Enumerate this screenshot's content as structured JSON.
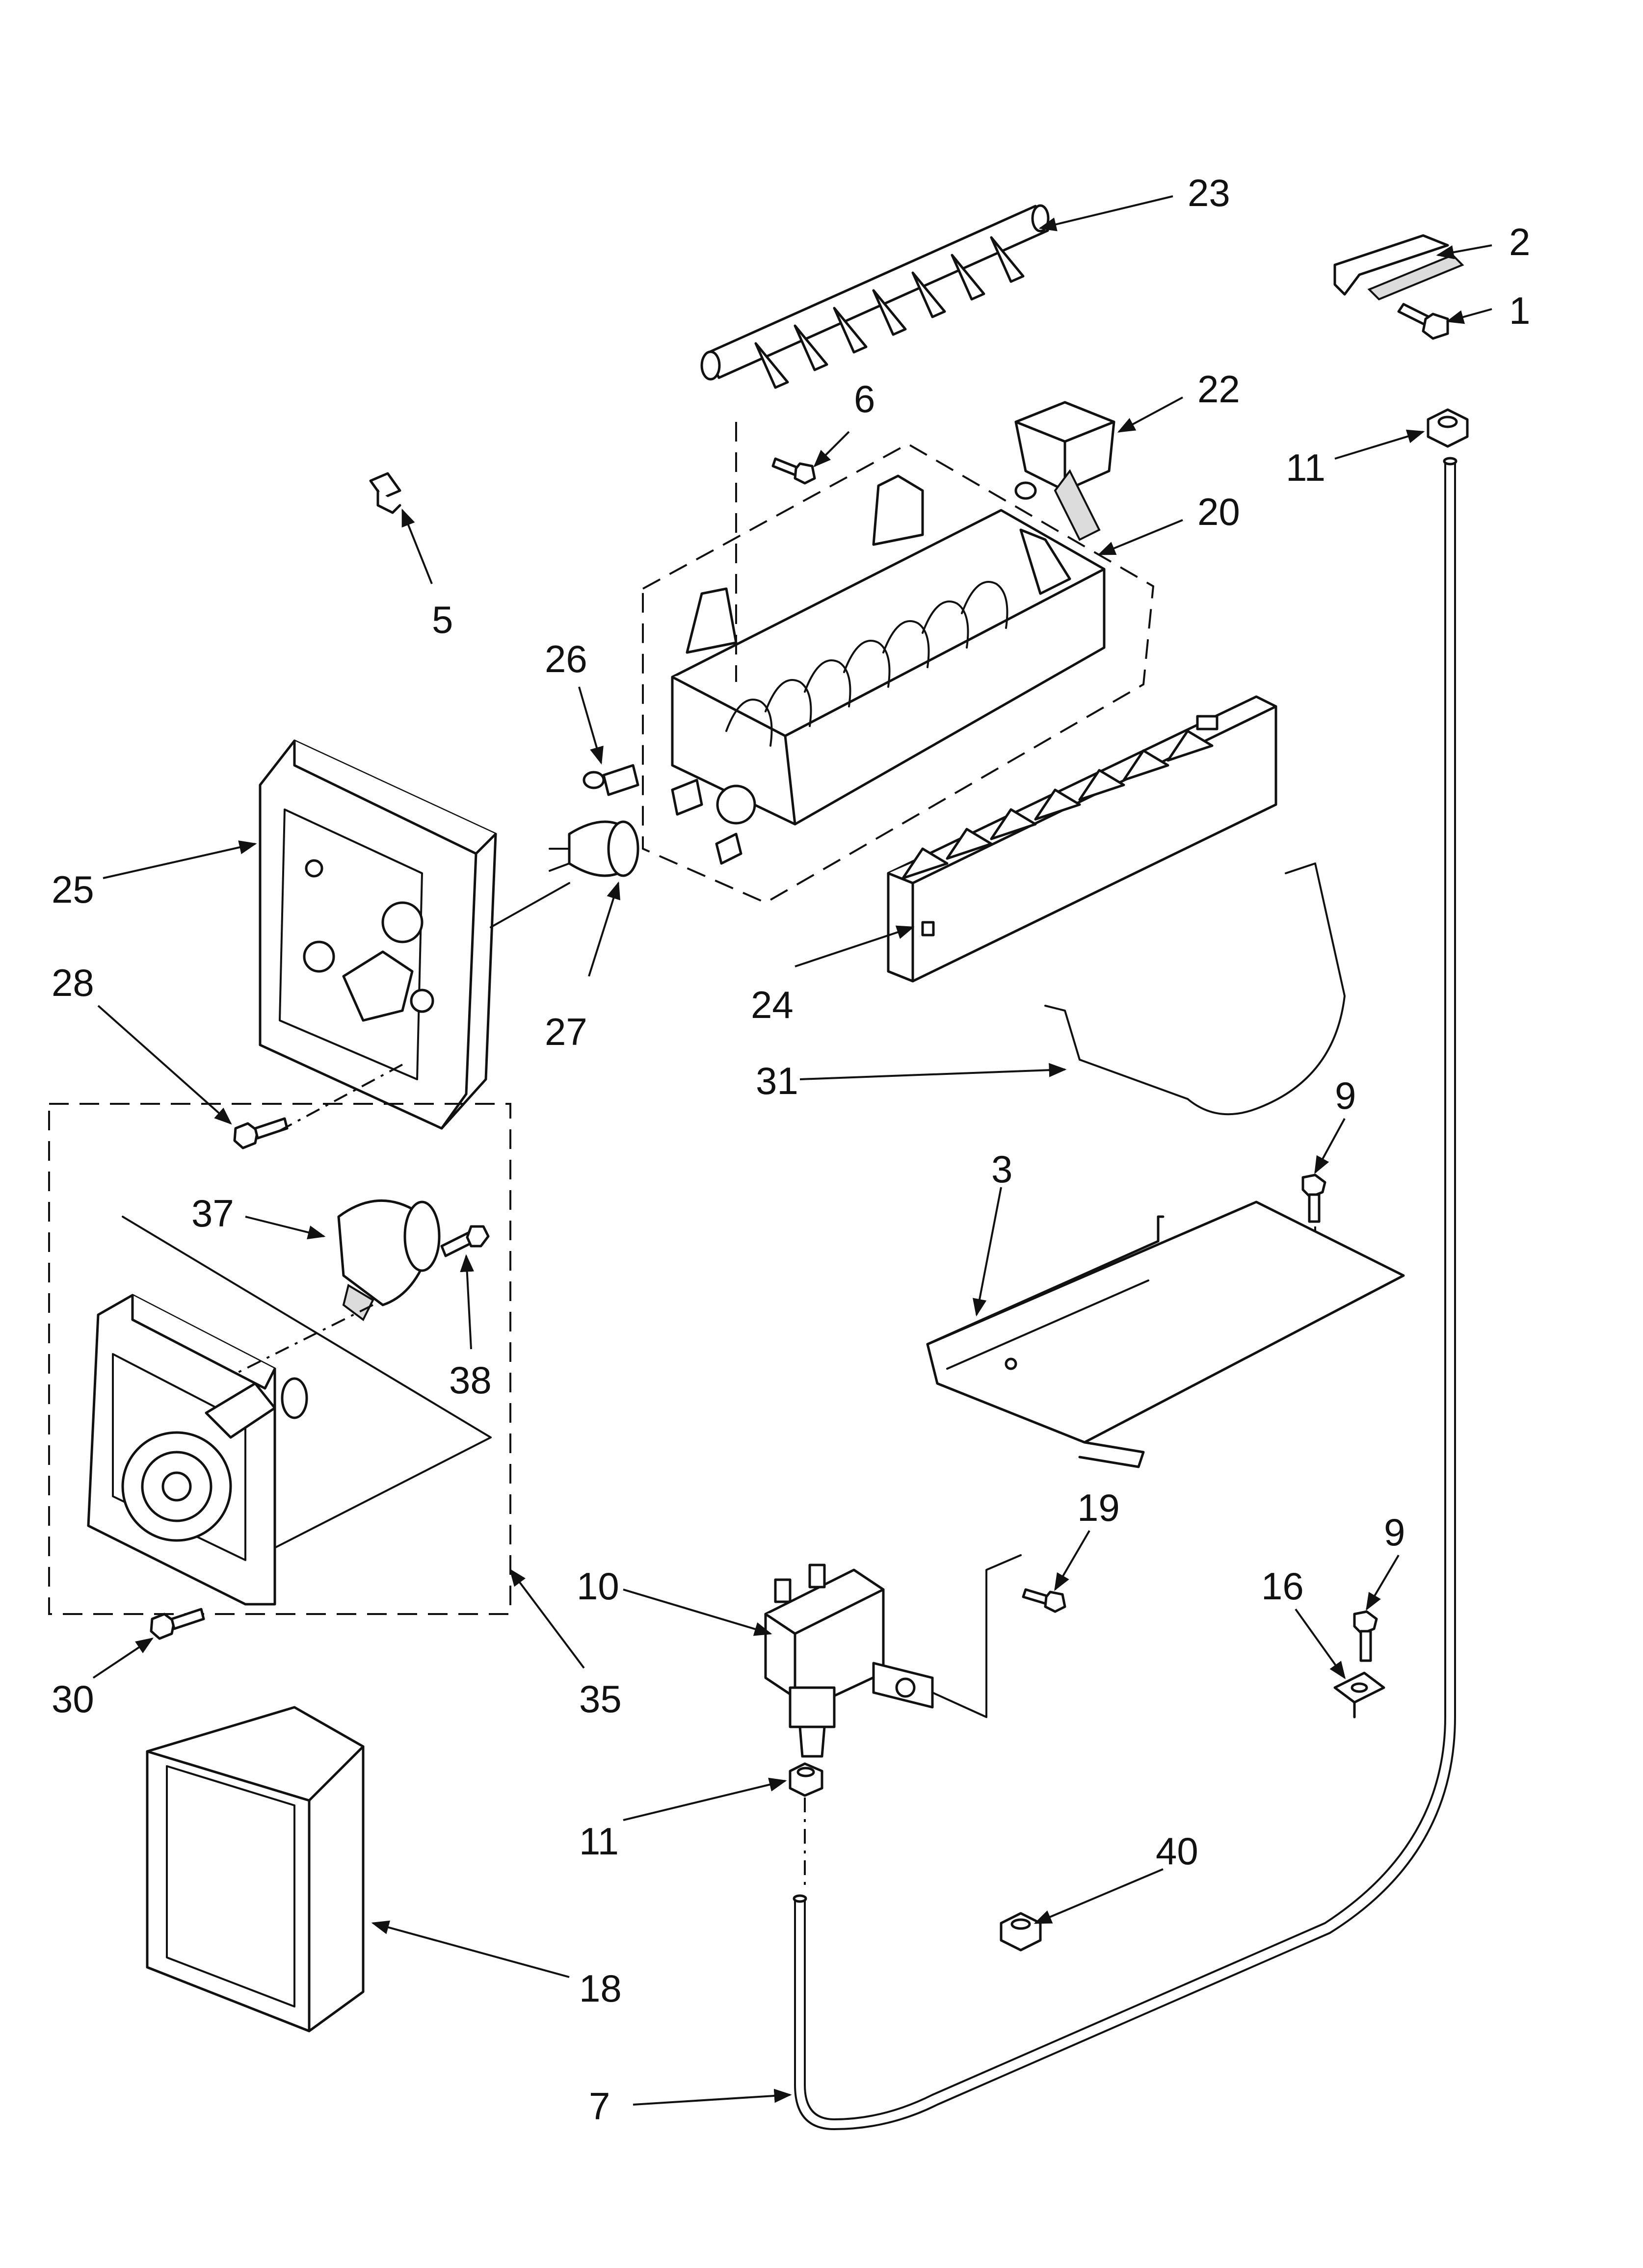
{
  "diagram": {
    "callouts": {
      "c1": "1",
      "c2": "2",
      "c3": "3",
      "c5": "5",
      "c6": "6",
      "c7": "7",
      "c9a": "9",
      "c9b": "9",
      "c10": "10",
      "c11a": "11",
      "c11b": "11",
      "c16": "16",
      "c18": "18",
      "c19": "19",
      "c20": "20",
      "c22": "22",
      "c23": "23",
      "c24": "24",
      "c25": "25",
      "c26": "26",
      "c27": "27",
      "c28": "28",
      "c30": "30",
      "c31": "31",
      "c35": "35",
      "c37": "37",
      "c38": "38",
      "c40": "40"
    }
  }
}
